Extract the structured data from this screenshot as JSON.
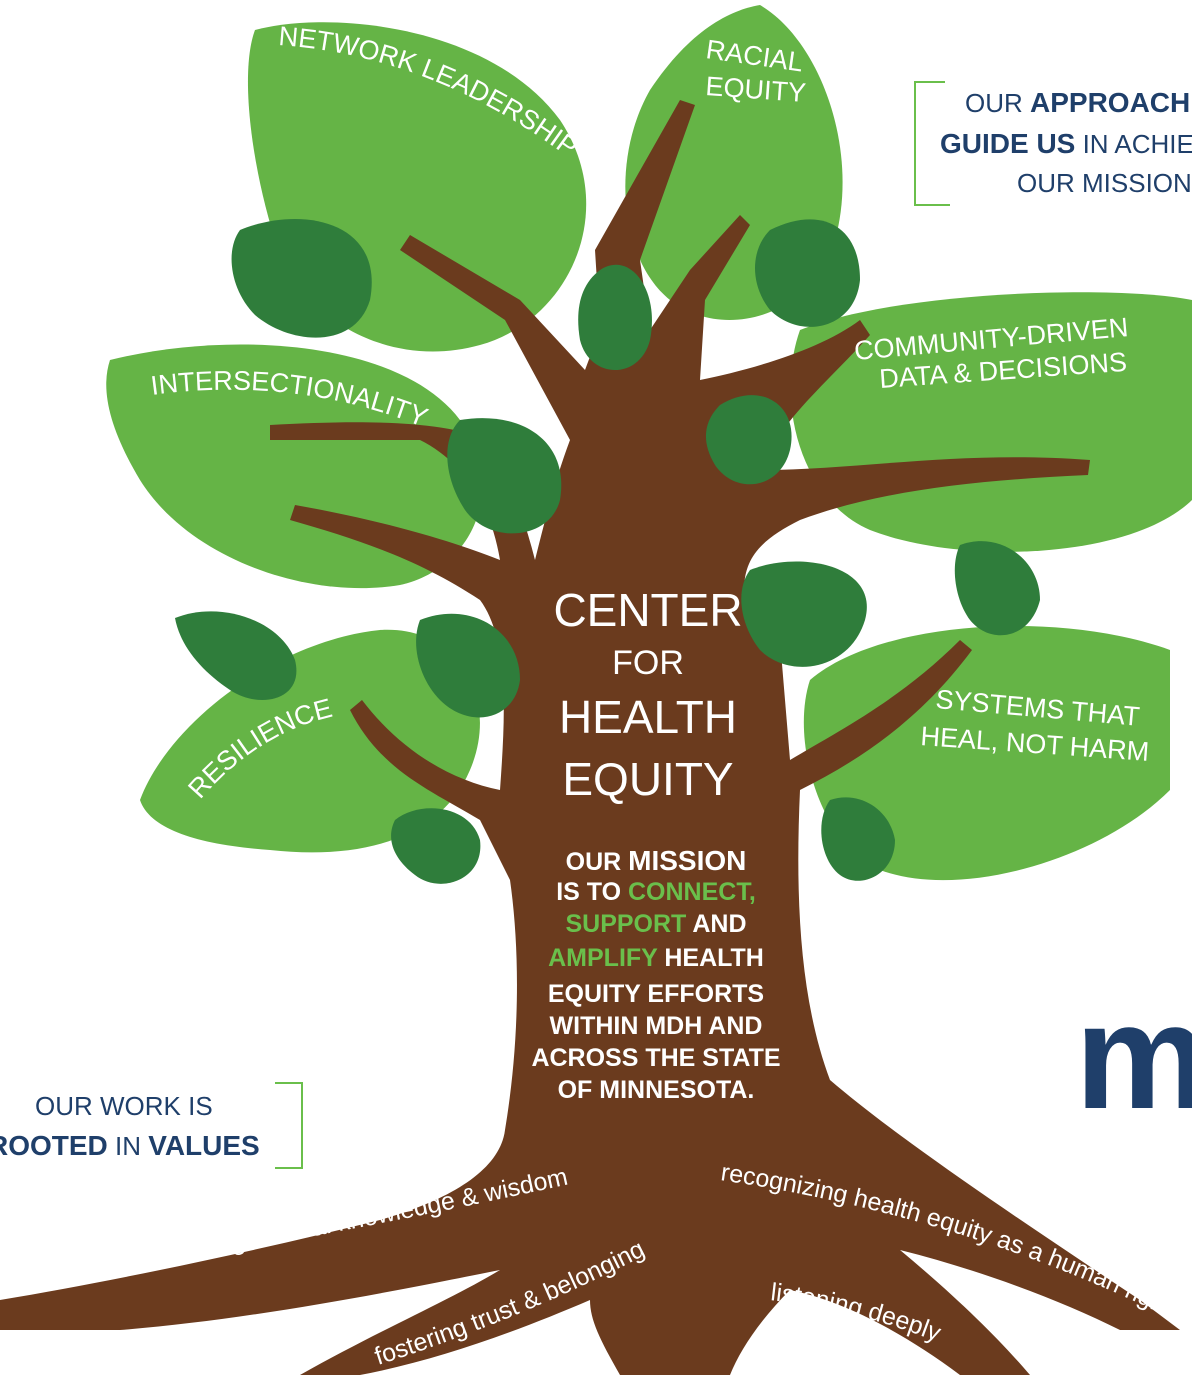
{
  "colors": {
    "trunk": "#6b3b1e",
    "leaf_light": "#65b446",
    "leaf_dark": "#2f7d3b",
    "mission_highlight": "#6abf4b",
    "navy": "#1f3f6a",
    "callout_line": "#6abf4b",
    "text_white": "#ffffff"
  },
  "approaches": {
    "network_leadership": "NETWORK LEADERSHIP",
    "racial_equity_line1": "RACIAL",
    "racial_equity_line2": "EQUITY",
    "intersectionality": "INTERSECTIONALITY",
    "community_line1": "COMMUNITY-DRIVEN",
    "community_line2": "DATA & DECISIONS",
    "resilience": "RESILIENCE",
    "systems_line1": "SYSTEMS THAT",
    "systems_line2": "HEAL, NOT HARM"
  },
  "approach_callout": {
    "line1_prefix": "OUR ",
    "line1_bold": "APPROACH",
    "line2_bold": "GUIDE US",
    "line2_rest": " IN ACHIE",
    "line3": "OUR MISSION"
  },
  "values_callout": {
    "line1": "OUR WORK IS",
    "line2_bold1": "ROOTED",
    "line2_mid": " IN ",
    "line2_bold2": "VALUES"
  },
  "center": {
    "line1": "CENTER",
    "line2": "FOR",
    "line3": "HEALTH",
    "line4": "EQUITY"
  },
  "mission": {
    "l1a": "OUR ",
    "l1b": "MISSION",
    "l2a": "IS TO ",
    "l2b": "CONNECT,",
    "l3a": "SUPPORT",
    "l3b": " AND",
    "l4a": "AMPLIFY",
    "l4b": " HEALTH",
    "l5": "EQUITY EFFORTS",
    "l6": "WITHIN MDH AND",
    "l7": "ACROSS THE STATE",
    "l8": "OF MINNESOTA."
  },
  "values": {
    "honoring": "honoring cultural knowledge & wisdom",
    "fostering": "fostering trust & belonging",
    "recognizing": "recognizing health equity as a human right",
    "listening": "listening deeply"
  },
  "logo_letter": "m"
}
